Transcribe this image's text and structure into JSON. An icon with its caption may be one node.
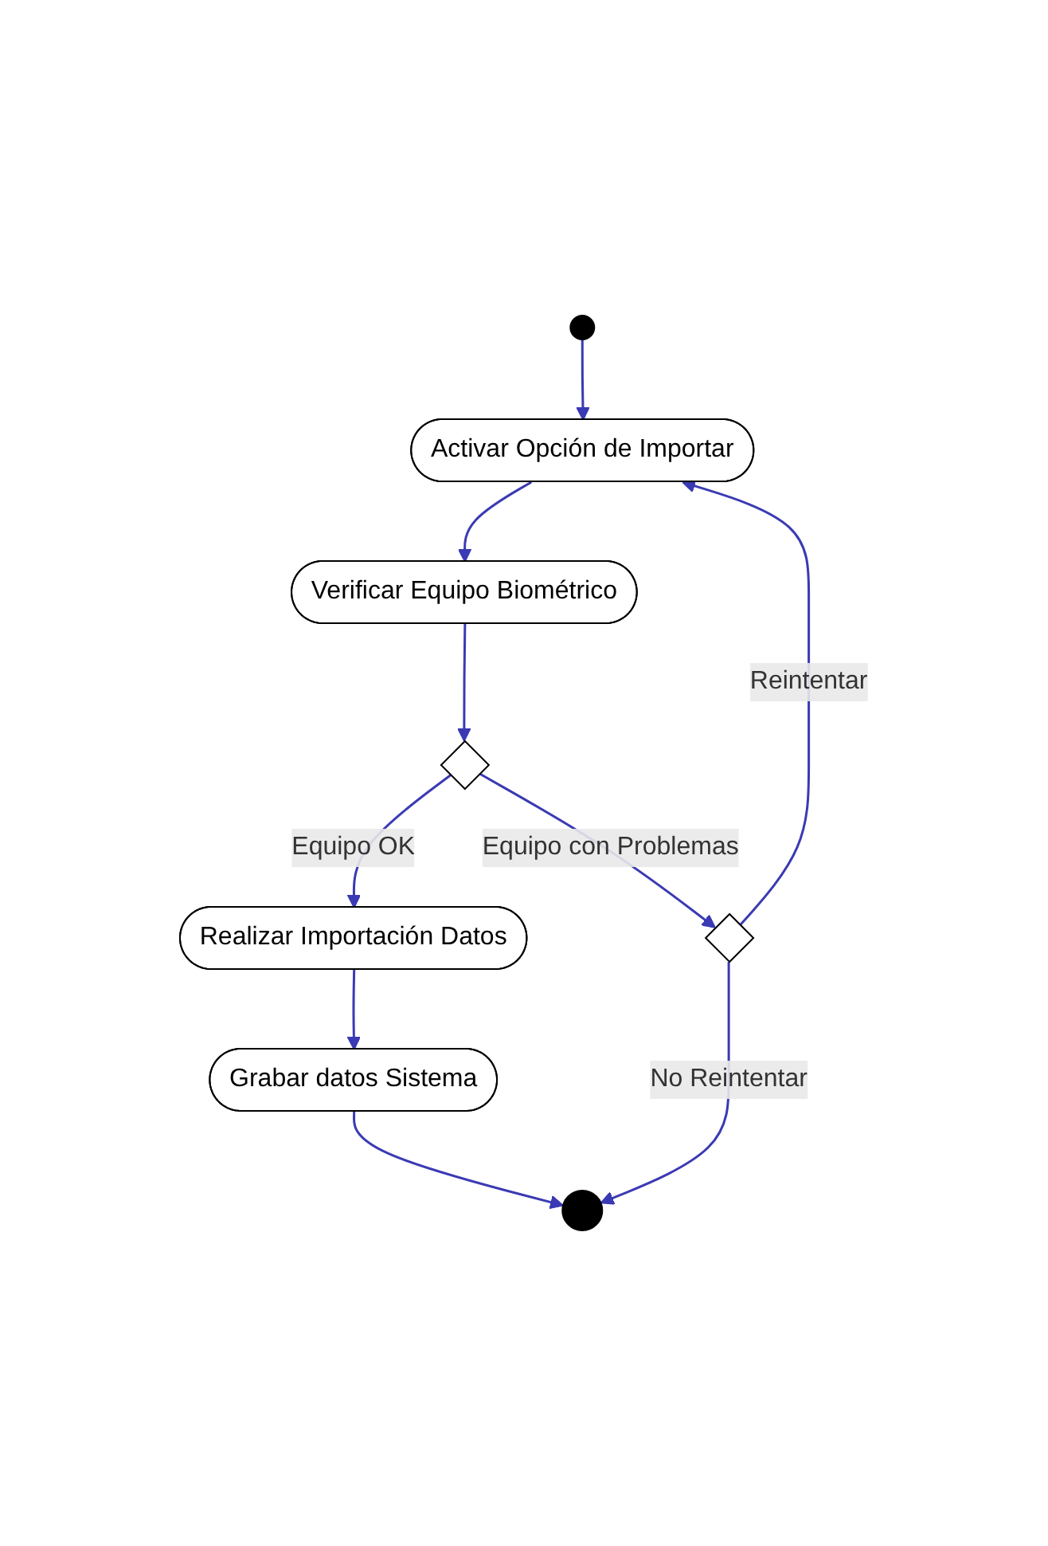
{
  "diagram": {
    "nodes": [
      {
        "text": [],
        "shape": "circle"
      },
      {
        "text": [
          "Activar Opción de Importar"
        ]
      },
      {
        "text": [
          "Verificar Equipo Biométrico"
        ]
      },
      {
        "text": [],
        "shape": "diamond"
      },
      {
        "text": [],
        "shape": "diamond"
      },
      {
        "text": [
          "Realizar Importación Datos"
        ]
      },
      {
        "text": [
          "Grabar datos Sistema"
        ]
      },
      {
        "text": [],
        "shape": "circle"
      }
    ],
    "edges": [
      {
        "from": 0,
        "to": 1,
        "arrow": "to"
      },
      {
        "from": 1,
        "to": 2,
        "arrow": "to"
      },
      {
        "from": 2,
        "to": 3,
        "arrow": "to"
      },
      {
        "from": 3,
        "to": 4,
        "arrow": "to",
        "label": "Equipo con Problemas"
      },
      {
        "from": 4,
        "to": 1,
        "arrow": "to",
        "label": "Reintentar"
      },
      {
        "from": 3,
        "to": 5,
        "arrow": "to",
        "label": "Equipo OK"
      },
      {
        "from": 5,
        "to": 6,
        "arrow": "to"
      },
      {
        "from": 6,
        "to": 7,
        "arrow": "to"
      },
      {
        "from": 4,
        "to": 7,
        "arrow": "to",
        "label": "No Reintentar"
      }
    ]
  }
}
